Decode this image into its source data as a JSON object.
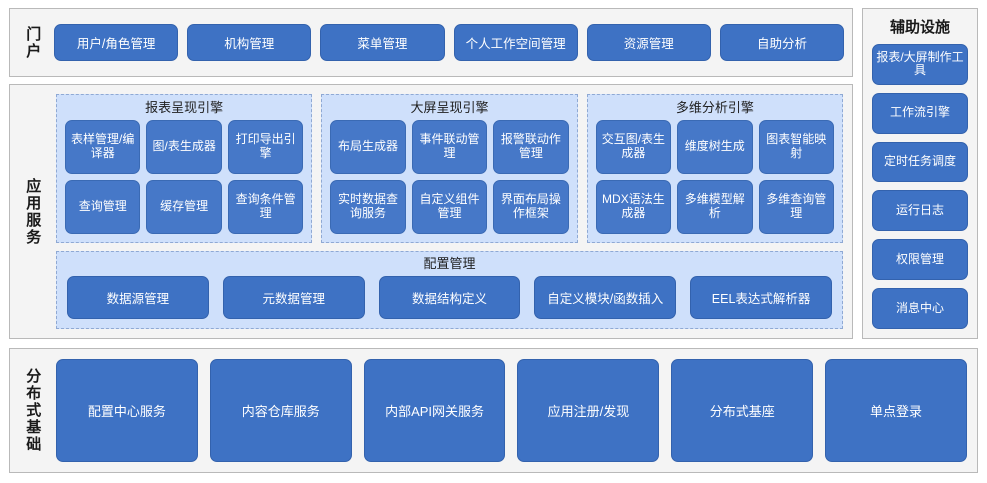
{
  "portal": {
    "label": "门户",
    "buttons": [
      "用户/角色管理",
      "机构管理",
      "菜单管理",
      "个人工作空间管理",
      "资源管理",
      "自助分析"
    ]
  },
  "app_service": {
    "label": "应用服务",
    "engines": [
      {
        "title": "报表呈现引擎",
        "items": [
          "表样管理/编译器",
          "图/表生成器",
          "打印导出引擎",
          "查询管理",
          "缓存管理",
          "查询条件管理"
        ]
      },
      {
        "title": "大屏呈现引擎",
        "items": [
          "布局生成器",
          "事件联动管理",
          "报警联动作管理",
          "实时数据查询服务",
          "自定义组件管理",
          "界面布局操作框架"
        ]
      },
      {
        "title": "多维分析引擎",
        "items": [
          "交互图/表生成器",
          "维度树生成",
          "图表智能映射",
          "MDX语法生成器",
          "多维模型解析",
          "多维查询管理"
        ]
      }
    ],
    "config": {
      "title": "配置管理",
      "items": [
        "数据源管理",
        "元数据管理",
        "数据结构定义",
        "自定义模块/函数插入",
        "EEL表达式解析器"
      ]
    }
  },
  "aux": {
    "title": "辅助设施",
    "items": [
      "报表/大屏制作工具",
      "工作流引擎",
      "定时任务调度",
      "运行日志",
      "权限管理",
      "消息中心"
    ]
  },
  "infra": {
    "label": "分布式基础",
    "buttons": [
      "配置中心服务",
      "内容仓库服务",
      "内部API网关服务",
      "应用注册/发现",
      "分布式基座",
      "单点登录"
    ]
  },
  "colors": {
    "button_fill": "#3e72c4",
    "button_border": "#3362ad",
    "panel_fill": "#cfe0fb",
    "panel_border": "#8fa9d4",
    "band_fill": "#f4f4f4",
    "band_border": "#b9b9b9",
    "text_light": "#ffffff",
    "text_dark": "#1a1a1a"
  }
}
